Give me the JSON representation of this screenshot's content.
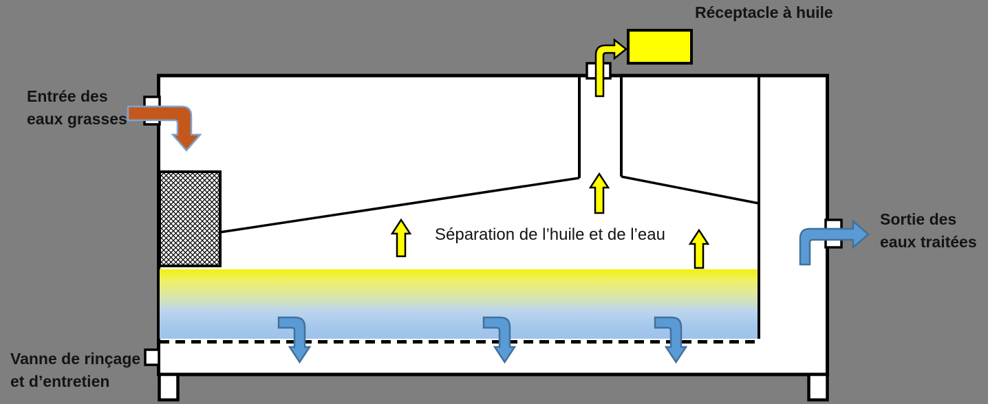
{
  "labels": {
    "inlet": {
      "line1": "Entrée des",
      "line2": "eaux grasses"
    },
    "oil_receptacle": "Réceptacle à huile",
    "separation": "Séparation de l’huile et de l’eau",
    "outlet": {
      "line1": "Sortie des",
      "line2": "eaux traitées"
    },
    "drain_valve": {
      "line1": "Vanne de rinçage",
      "line2": "et d’entretien"
    }
  },
  "colors": {
    "background": "#7F7F7F",
    "tank_fill": "#FFFFFF",
    "outline": "#000000",
    "oil_yellow": "#FFFF00",
    "water_blue": "#9FC3EA",
    "flow_arrow_blue_fill": "#5B9BD5",
    "flow_arrow_blue_stroke": "#41719C",
    "inlet_arrow_orange_fill": "#C4571B",
    "inlet_arrow_orange_stroke": "#7FA3CF"
  },
  "icons": {
    "inlet_flow_arrow": "orange-bent-down-arrow",
    "oil_rise_arrow": "yellow-up-arrow",
    "oil_outflow_arrow": "yellow-bent-right-arrow",
    "water_down_arrow": "blue-bent-down-arrow",
    "treated_water_outflow_arrow": "blue-bent-right-arrow"
  }
}
